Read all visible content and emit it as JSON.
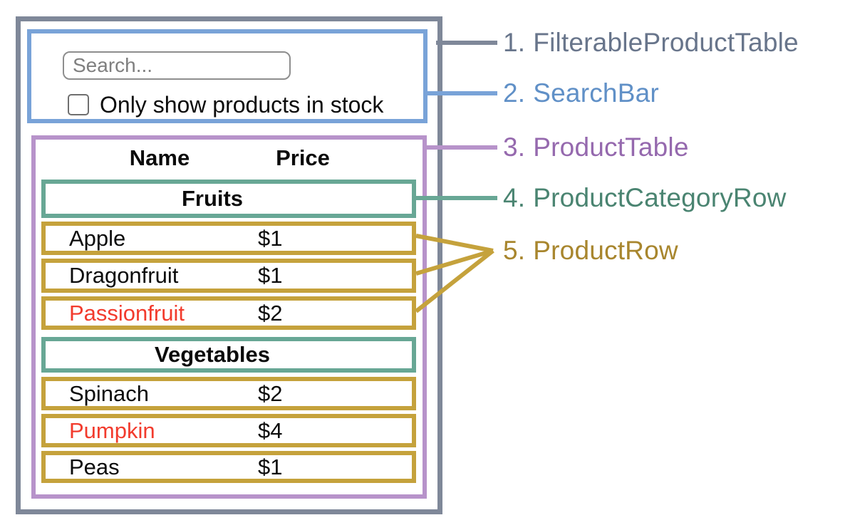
{
  "search_bar": {
    "search_placeholder": "Search...",
    "checkbox_label": "Only show products in stock"
  },
  "table": {
    "headers": {
      "name": "Name",
      "price": "Price"
    },
    "groups": [
      {
        "category": "Fruits",
        "rows": [
          {
            "name": "Apple",
            "price": "$1",
            "out_of_stock": false
          },
          {
            "name": "Dragonfruit",
            "price": "$1",
            "out_of_stock": false
          },
          {
            "name": "Passionfruit",
            "price": "$2",
            "out_of_stock": true
          }
        ]
      },
      {
        "category": "Vegetables",
        "rows": [
          {
            "name": "Spinach",
            "price": "$2",
            "out_of_stock": false
          },
          {
            "name": "Pumpkin",
            "price": "$4",
            "out_of_stock": true
          },
          {
            "name": "Peas",
            "price": "$1",
            "out_of_stock": false
          }
        ]
      }
    ]
  },
  "legend": [
    {
      "num": "1.",
      "name": "FilterableProductTable",
      "color": "#68758b"
    },
    {
      "num": "2.",
      "name": "SearchBar",
      "color": "#6090c7"
    },
    {
      "num": "3.",
      "name": "ProductTable",
      "color": "#9569ae"
    },
    {
      "num": "4.",
      "name": "ProductCategoryRow",
      "color": "#4a8471"
    },
    {
      "num": "5.",
      "name": "ProductRow",
      "color": "#a8862e"
    }
  ],
  "colors": {
    "frame_gray": "#7f8899",
    "searchbar_blue": "#79a3d8",
    "producttable_purple": "#b793ca",
    "categoryrow_teal": "#68a795",
    "productrow_gold": "#c5a23c",
    "out_of_stock_red": "#f23b2d",
    "input_border": "#8e8e8e",
    "placeholder_gray": "#7f7f7f",
    "text_black": "#0b0b0b"
  }
}
